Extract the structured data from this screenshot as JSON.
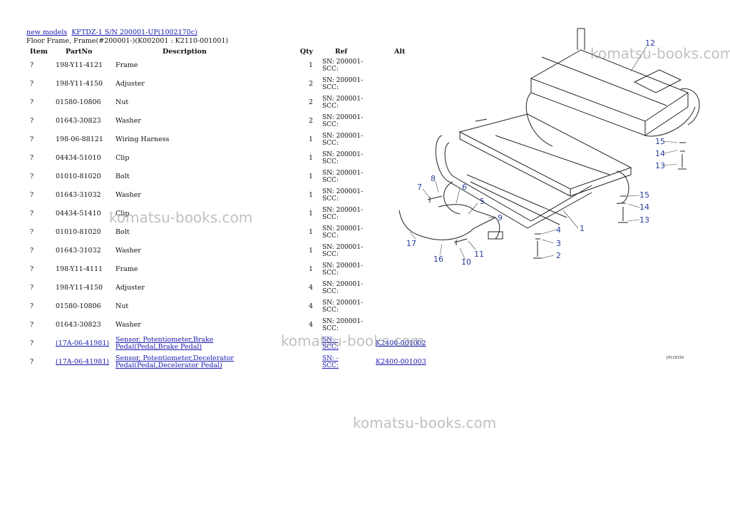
{
  "breadcrumb": {
    "link1": "new models",
    "link2": "KFTDZ-1 S/N 200001-UP(1002170c)"
  },
  "subtitle": "Floor Frame, Frame(#200001-)(K002001 : K2110-001001)",
  "table": {
    "headers": [
      "Item",
      "PartNo",
      "Description",
      "Qty",
      "Ref",
      "Alt"
    ],
    "rows": [
      {
        "item": "?",
        "part": "198-Y11-4121",
        "desc": "Frame",
        "qty": "1",
        "ref1": "SN: 200001-",
        "ref2": "SCC:",
        "alt": ""
      },
      {
        "item": "?",
        "part": "198-Y11-4150",
        "desc": "Adjuster",
        "qty": "2",
        "ref1": "SN: 200001-",
        "ref2": "SCC:",
        "alt": ""
      },
      {
        "item": "?",
        "part": "01580-10806",
        "desc": "Nut",
        "qty": "2",
        "ref1": "SN: 200001-",
        "ref2": "SCC:",
        "alt": ""
      },
      {
        "item": "?",
        "part": "01643-30823",
        "desc": "Washer",
        "qty": "2",
        "ref1": "SN: 200001-",
        "ref2": "SCC:",
        "alt": ""
      },
      {
        "item": "?",
        "part": "198-06-88121",
        "desc": "Wiring Harness",
        "qty": "1",
        "ref1": "SN: 200001-",
        "ref2": "SCC:",
        "alt": ""
      },
      {
        "item": "?",
        "part": "04434-51010",
        "desc": "Clip",
        "qty": "1",
        "ref1": "SN: 200001-",
        "ref2": "SCC:",
        "alt": ""
      },
      {
        "item": "?",
        "part": "01010-81020",
        "desc": "Bolt",
        "qty": "1",
        "ref1": "SN: 200001-",
        "ref2": "SCC:",
        "alt": ""
      },
      {
        "item": "?",
        "part": "01643-31032",
        "desc": "Washer",
        "qty": "1",
        "ref1": "SN: 200001-",
        "ref2": "SCC:",
        "alt": ""
      },
      {
        "item": "?",
        "part": "04434-51410",
        "desc": "Clip",
        "qty": "1",
        "ref1": "SN: 200001-",
        "ref2": "SCC:",
        "alt": ""
      },
      {
        "item": "?",
        "part": "01010-81020",
        "desc": "Bolt",
        "qty": "1",
        "ref1": "SN: 200001-",
        "ref2": "SCC:",
        "alt": ""
      },
      {
        "item": "?",
        "part": "01643-31032",
        "desc": "Washer",
        "qty": "1",
        "ref1": "SN: 200001-",
        "ref2": "SCC:",
        "alt": ""
      },
      {
        "item": "?",
        "part": "198-Y11-4111",
        "desc": "Frame",
        "qty": "1",
        "ref1": "SN: 200001-",
        "ref2": "SCC:",
        "alt": ""
      },
      {
        "item": "?",
        "part": "198-Y11-4150",
        "desc": "Adjuster",
        "qty": "4",
        "ref1": "SN: 200001-",
        "ref2": "SCC:",
        "alt": ""
      },
      {
        "item": "?",
        "part": "01580-10806",
        "desc": "Nut",
        "qty": "4",
        "ref1": "SN: 200001-",
        "ref2": "SCC:",
        "alt": ""
      },
      {
        "item": "?",
        "part": "01643-30823",
        "desc": "Washer",
        "qty": "4",
        "ref1": "SN: 200001-",
        "ref2": "SCC:",
        "alt": ""
      },
      {
        "item": "?",
        "part": "(17A-06-41981)",
        "desc": "Sensor, Potentiometer,Brake Pedal(Pedal,Brake Pedal)",
        "qty": "",
        "ref1": "SN: -",
        "ref2": "SCC:",
        "alt": "K2400-001002",
        "link": true
      },
      {
        "item": "?",
        "part": "(17A-06-41981)",
        "desc": "Sensor, Potentiometer,Decelerator Pedal(Pedal,Decelerator Pedal)",
        "qty": "",
        "ref1": "SN: -",
        "ref2": "SCC:",
        "alt": "K2400-001003",
        "link": true
      }
    ]
  },
  "watermark": "komatsu-books.com",
  "diagram": {
    "callouts": [
      "12",
      "15",
      "14",
      "13",
      "15",
      "14",
      "13",
      "8",
      "7",
      "6",
      "5",
      "9",
      "4",
      "1",
      "3",
      "2",
      "17",
      "16",
      "10",
      "11"
    ],
    "drawing_code": "JH118150"
  }
}
